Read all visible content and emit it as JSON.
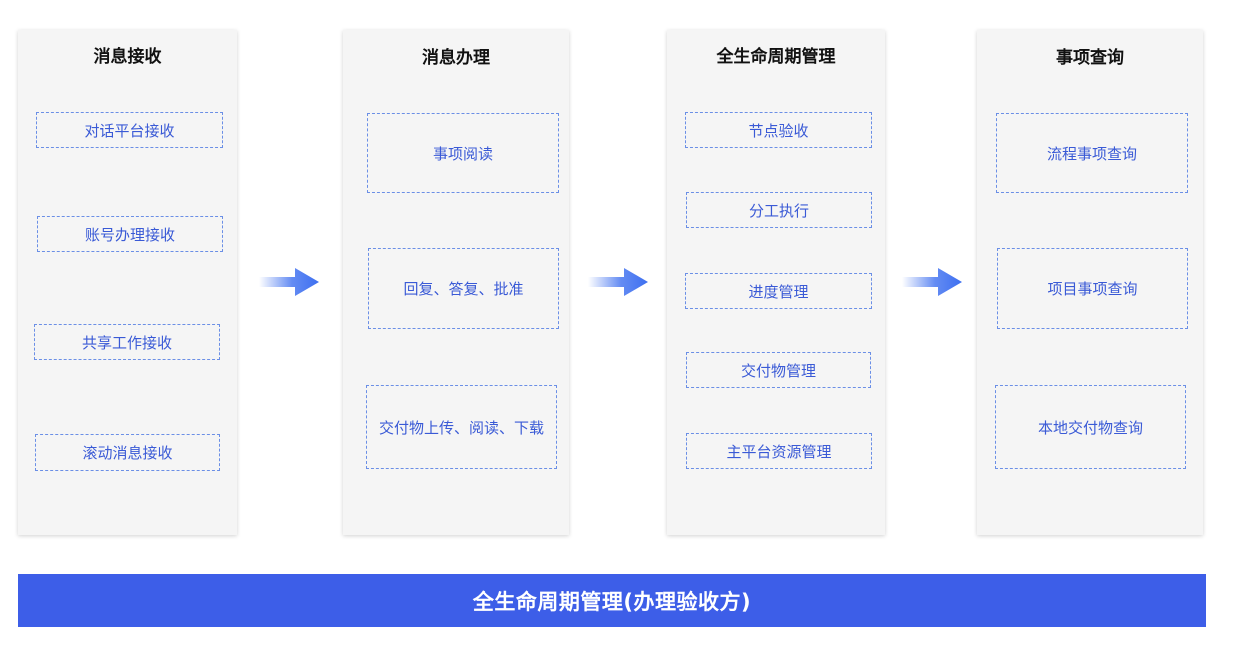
{
  "columns": [
    {
      "title": "消息接收",
      "items": [
        "对话平台接收",
        "账号办理接收",
        "共享工作接收",
        "滚动消息接收"
      ]
    },
    {
      "title": "消息办理",
      "items": [
        "事项阅读",
        "回复、答复、批准",
        "交付物上传、阅读、下载"
      ]
    },
    {
      "title": "全生命周期管理",
      "items": [
        "节点验收",
        "分工执行",
        "进度管理",
        "交付物管理",
        "主平台资源管理"
      ]
    },
    {
      "title": "事项查询",
      "items": [
        "流程事项查询",
        "项目事项查询",
        "本地交付物查询"
      ]
    }
  ],
  "banner": {
    "label": "全生命周期管理(办理验收方)"
  },
  "colors": {
    "banner_bg": "#3d5ee8",
    "item_border": "#6b8fe6",
    "item_text": "#3a5ad6",
    "arrow": "#3d6ff0",
    "column_bg": "#f5f5f5"
  },
  "icons": {
    "flow_arrow": "arrow-right-icon"
  }
}
